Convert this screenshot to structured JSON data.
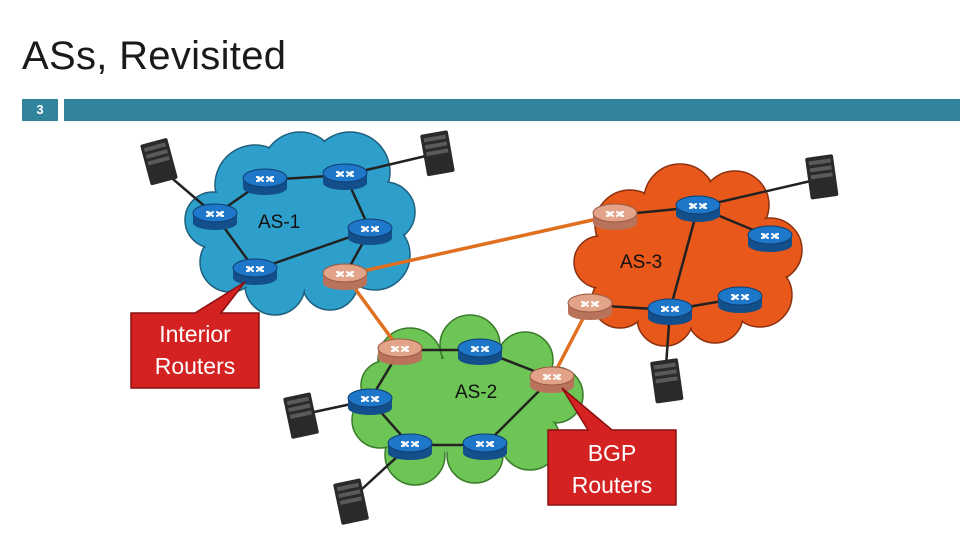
{
  "slide": {
    "title": "ASs, Revisited",
    "number": "3"
  },
  "diagram": {
    "as_labels": [
      "AS-1",
      "AS-2",
      "AS-3"
    ],
    "callouts": {
      "interior": [
        "Interior",
        "Routers"
      ],
      "bgp": [
        "BGP",
        "Routers"
      ]
    },
    "colors": {
      "as1": "#2e9fcb",
      "as2": "#6cc554",
      "as3": "#e8581a",
      "interior_router": "#1f77c9",
      "bgp_router": "#e2a389",
      "bgp_link": "#e07020",
      "link": "#222222",
      "callout": "#d42121",
      "accent_bar": "#31849b"
    }
  }
}
